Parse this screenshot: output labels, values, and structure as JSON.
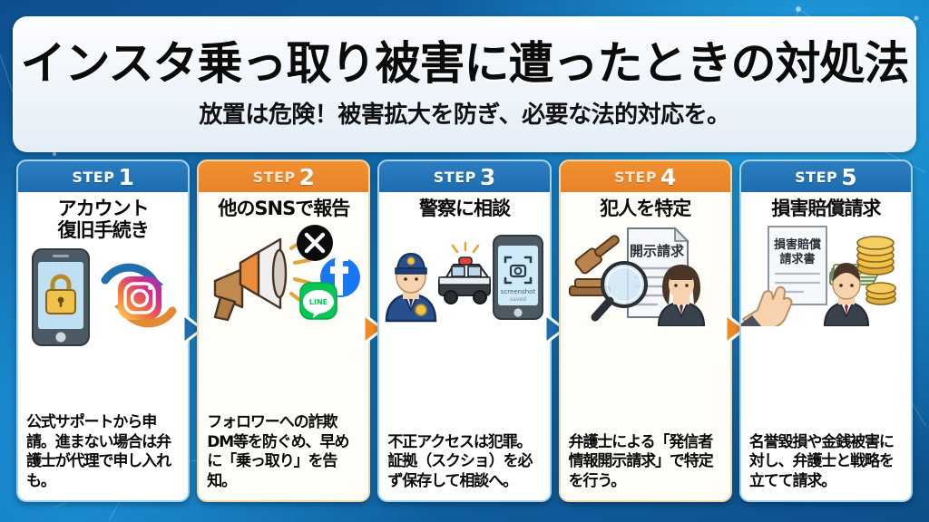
{
  "background": {
    "style": "blue-gradient-network",
    "colors": {
      "dark": "#0d4f8b",
      "mid": "#1272b5",
      "light": "#1f9fe0"
    }
  },
  "title": {
    "main": "インスタ乗っ取り被害に遭ったときの対処法",
    "sub": "放置は危険！被害拡大を防ぎ、必要な法的対応を。"
  },
  "theme": {
    "blue": "#1d6cae",
    "blue_light": "#2c7dc0",
    "orange": "#e8822a",
    "orange_light": "#f0912f",
    "card_border_blue": "#9ed2ef",
    "card_border_orange": "#f0d6ac"
  },
  "steps": [
    {
      "step_word": "STEP",
      "step_number": "1",
      "accent": "blue",
      "title": "アカウント\n復旧手続き",
      "body": "公式サポートから申請。進まない場合は弁護士が代理で申し入れも。",
      "art": "phone-lock-instagram-recovery",
      "art_icons": [
        "smartphone-icon",
        "padlock-icon",
        "instagram-icon",
        "refresh-arrows-icon"
      ]
    },
    {
      "step_word": "STEP",
      "step_number": "2",
      "accent": "orange",
      "title": "他のSNSで報告",
      "body": "フォロワーへの詐欺DM等を防ぐめ、早めに「乗っ取り」を告知。",
      "art": "megaphone-social-icons",
      "art_icons": [
        "megaphone-icon",
        "x-twitter-icon",
        "facebook-icon",
        "line-icon"
      ],
      "art_labels": {
        "line": "LINE"
      }
    },
    {
      "step_word": "STEP",
      "step_number": "3",
      "accent": "blue",
      "title": "警察に相談",
      "body": "不正アクセスは犯罪。証拠（スクショ）を必ず保存して相談へ。",
      "art": "police-officer-car-screenshot-phone",
      "art_icons": [
        "police-officer-icon",
        "police-car-icon",
        "smartphone-screenshot-icon",
        "camera-frame-icon"
      ],
      "art_labels": {
        "phone": "screenshot"
      }
    },
    {
      "step_word": "STEP",
      "step_number": "4",
      "accent": "orange",
      "title": "犯人を特定",
      "body": "弁護士による「発信者情報開示請求」で特定を行う。",
      "art": "gavel-disclosure-document-magnifier-lawyer",
      "art_icons": [
        "gavel-icon",
        "document-icon",
        "magnifier-icon",
        "female-lawyer-icon"
      ],
      "art_labels": {
        "document": "開示請求"
      }
    },
    {
      "step_word": "STEP",
      "step_number": "5",
      "accent": "blue",
      "title": "損害賠償請求",
      "body": "名誉毀損や金銭被害に対し、弁護士と戦略を立てて請求。",
      "art": "hand-claim-document-money-businessman",
      "art_icons": [
        "hand-icon",
        "claim-document-icon",
        "cash-icon",
        "coins-icon",
        "businessman-icon"
      ],
      "art_labels": {
        "document_line1": "損害賠償",
        "document_line2": "請求書"
      }
    }
  ],
  "connectors": [
    {
      "name": "arrow-1-to-2",
      "color": "#1d6cae"
    },
    {
      "name": "arrow-2-to-3",
      "color": "#ef8b27"
    },
    {
      "name": "arrow-3-to-4",
      "color": "#1d6cae"
    },
    {
      "name": "arrow-4-to-5",
      "color": "#ef8b27"
    }
  ]
}
